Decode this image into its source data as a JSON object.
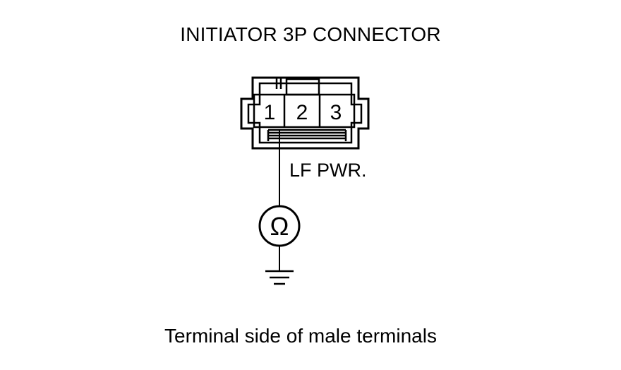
{
  "title": "INITIATOR 3P CONNECTOR",
  "connector": {
    "pins": [
      "1",
      "2",
      "3"
    ]
  },
  "wire_label": "LF PWR.",
  "meter_symbol": "Ω",
  "caption": "Terminal side of male terminals",
  "icons": [
    "ohmmeter-icon",
    "ground-icon"
  ]
}
